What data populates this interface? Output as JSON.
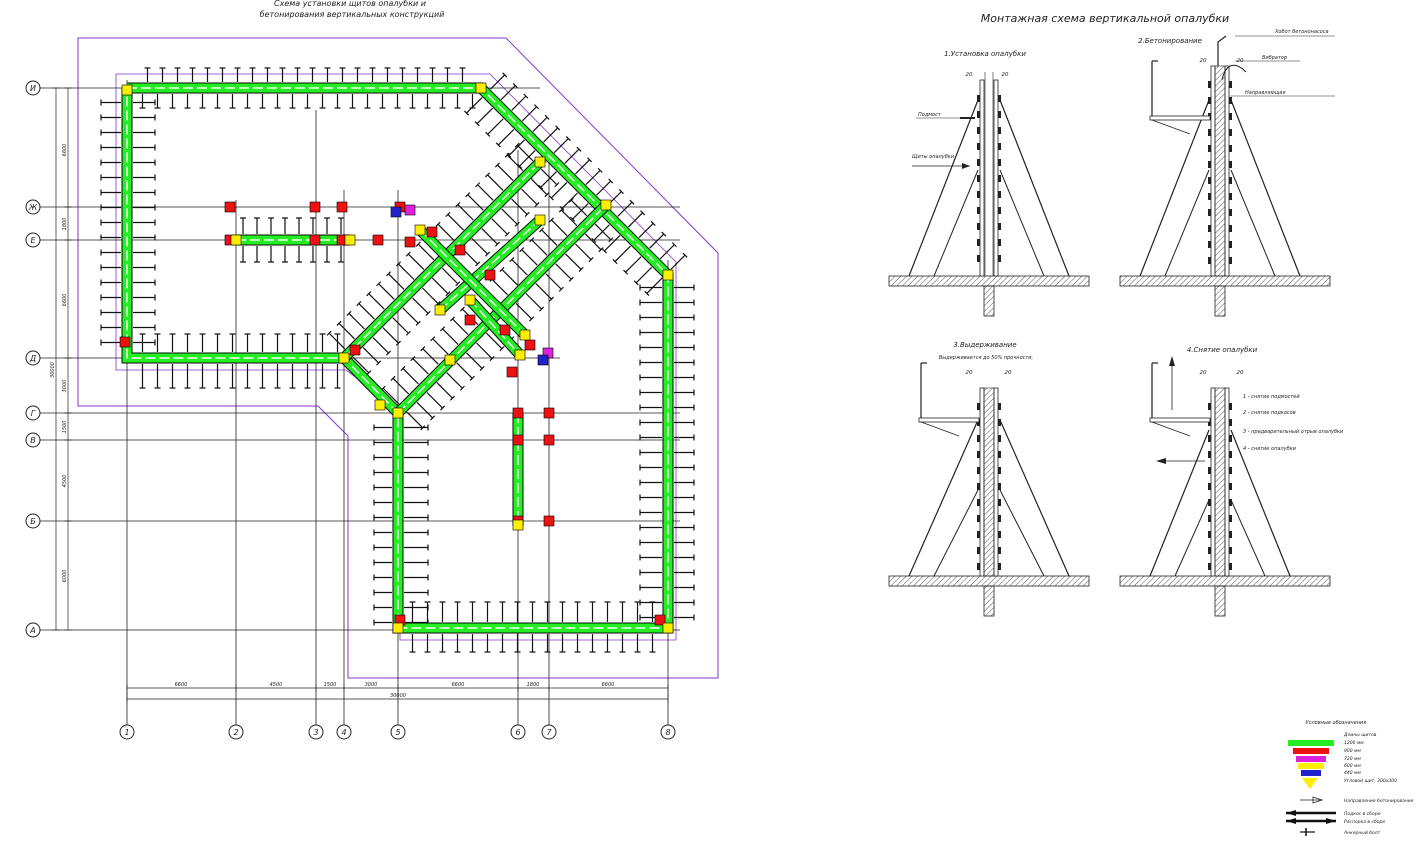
{
  "left_title": {
    "line1": "Схема установки щитов опалубки и",
    "line2": "бетонирования вертикальных конструкций"
  },
  "right_title": "Монтажная схема вертикальной опалубки",
  "row_axes": [
    "И",
    "Ж",
    "Е",
    "Д",
    "Г",
    "В",
    "Б",
    "А"
  ],
  "col_axes": [
    "1",
    "2",
    "3",
    "4",
    "5",
    "6",
    "7",
    "8"
  ],
  "vertical_dims": [
    "6600",
    "1800",
    "6600",
    "3000",
    "1500",
    "4500",
    "6000"
  ],
  "vertical_total": "30000",
  "horizontal_dims": [
    "6600",
    "4500",
    "1500",
    "3000",
    "6600",
    "1800",
    "6600"
  ],
  "horizontal_total": "30000",
  "steps": {
    "s1": {
      "title": "1.Установка опалубки",
      "dim_a": "20",
      "dim_b": "20",
      "lbl_podmost": "Подмост",
      "lbl_shity": "Щиты опалубки"
    },
    "s2": {
      "title": "2.Бетонирование",
      "dim_a": "20",
      "dim_b": "20",
      "lbl_hobot": "Хобот бетононасоса",
      "lbl_vibrator": "Вибратор",
      "lbl_napr": "Направляющая"
    },
    "s3": {
      "title": "3.Выдерживание",
      "note": "Выдерживается до 50% прочности,",
      "dim_a": "20",
      "dim_b": "20"
    },
    "s4": {
      "title": "4.Снятие опалубки",
      "dim_a": "20",
      "dim_b": "20",
      "steps": [
        "1 - снятие подмостей",
        "2 - снятие подкосов",
        "3 - предварительный отрыв опалубки",
        "4 - снятие опалубки"
      ]
    }
  },
  "legend": {
    "title": "Условные обозначения",
    "subtitle": "Длины щитов",
    "items": [
      "1200 мм",
      "900 мм",
      "720 мм",
      "600 мм",
      "440 мм",
      "Угловой щит, 300х300"
    ],
    "arrow_label": "Направление бетонирования",
    "podkos_label": "Подкос в сборе",
    "rasporka_label": "Распорка в сборе",
    "anchor_label": "Анкерный болт"
  },
  "colors": {
    "green": "#22ee22",
    "red": "#ee1111",
    "magenta": "#dd22dd",
    "yellow": "#ffee00",
    "blue": "#2222cc",
    "purple_outline": "#8833cc",
    "hatch": "#555555"
  }
}
